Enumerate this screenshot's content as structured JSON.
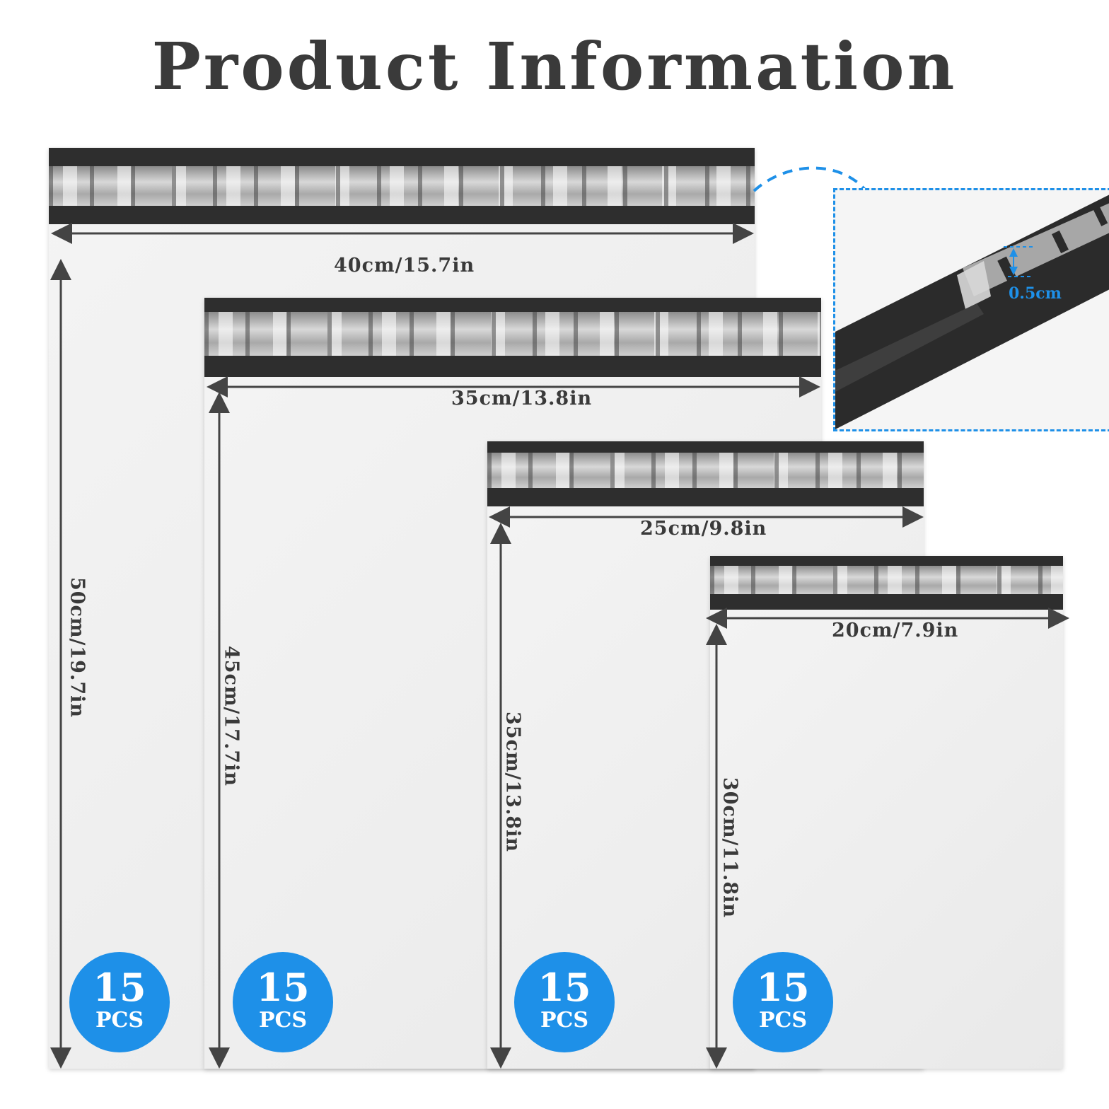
{
  "title": "Product Information",
  "bags": [
    {
      "width_label": "40cm/15.7in",
      "height_label": "50cm/19.7in",
      "qty": "15",
      "unit": "PCS"
    },
    {
      "width_label": "35cm/13.8in",
      "height_label": "45cm/17.7in",
      "qty": "15",
      "unit": "PCS"
    },
    {
      "width_label": "25cm/9.8in",
      "height_label": "35cm/13.8in",
      "qty": "15",
      "unit": "PCS"
    },
    {
      "width_label": "20cm/7.9in",
      "height_label": "30cm/11.8in",
      "qty": "15",
      "unit": "PCS"
    }
  ],
  "detail": {
    "label": "0.5cm"
  },
  "colors": {
    "accent": "#1e90e8",
    "text": "#3a3a3a",
    "strip": "#2e2e2e"
  }
}
